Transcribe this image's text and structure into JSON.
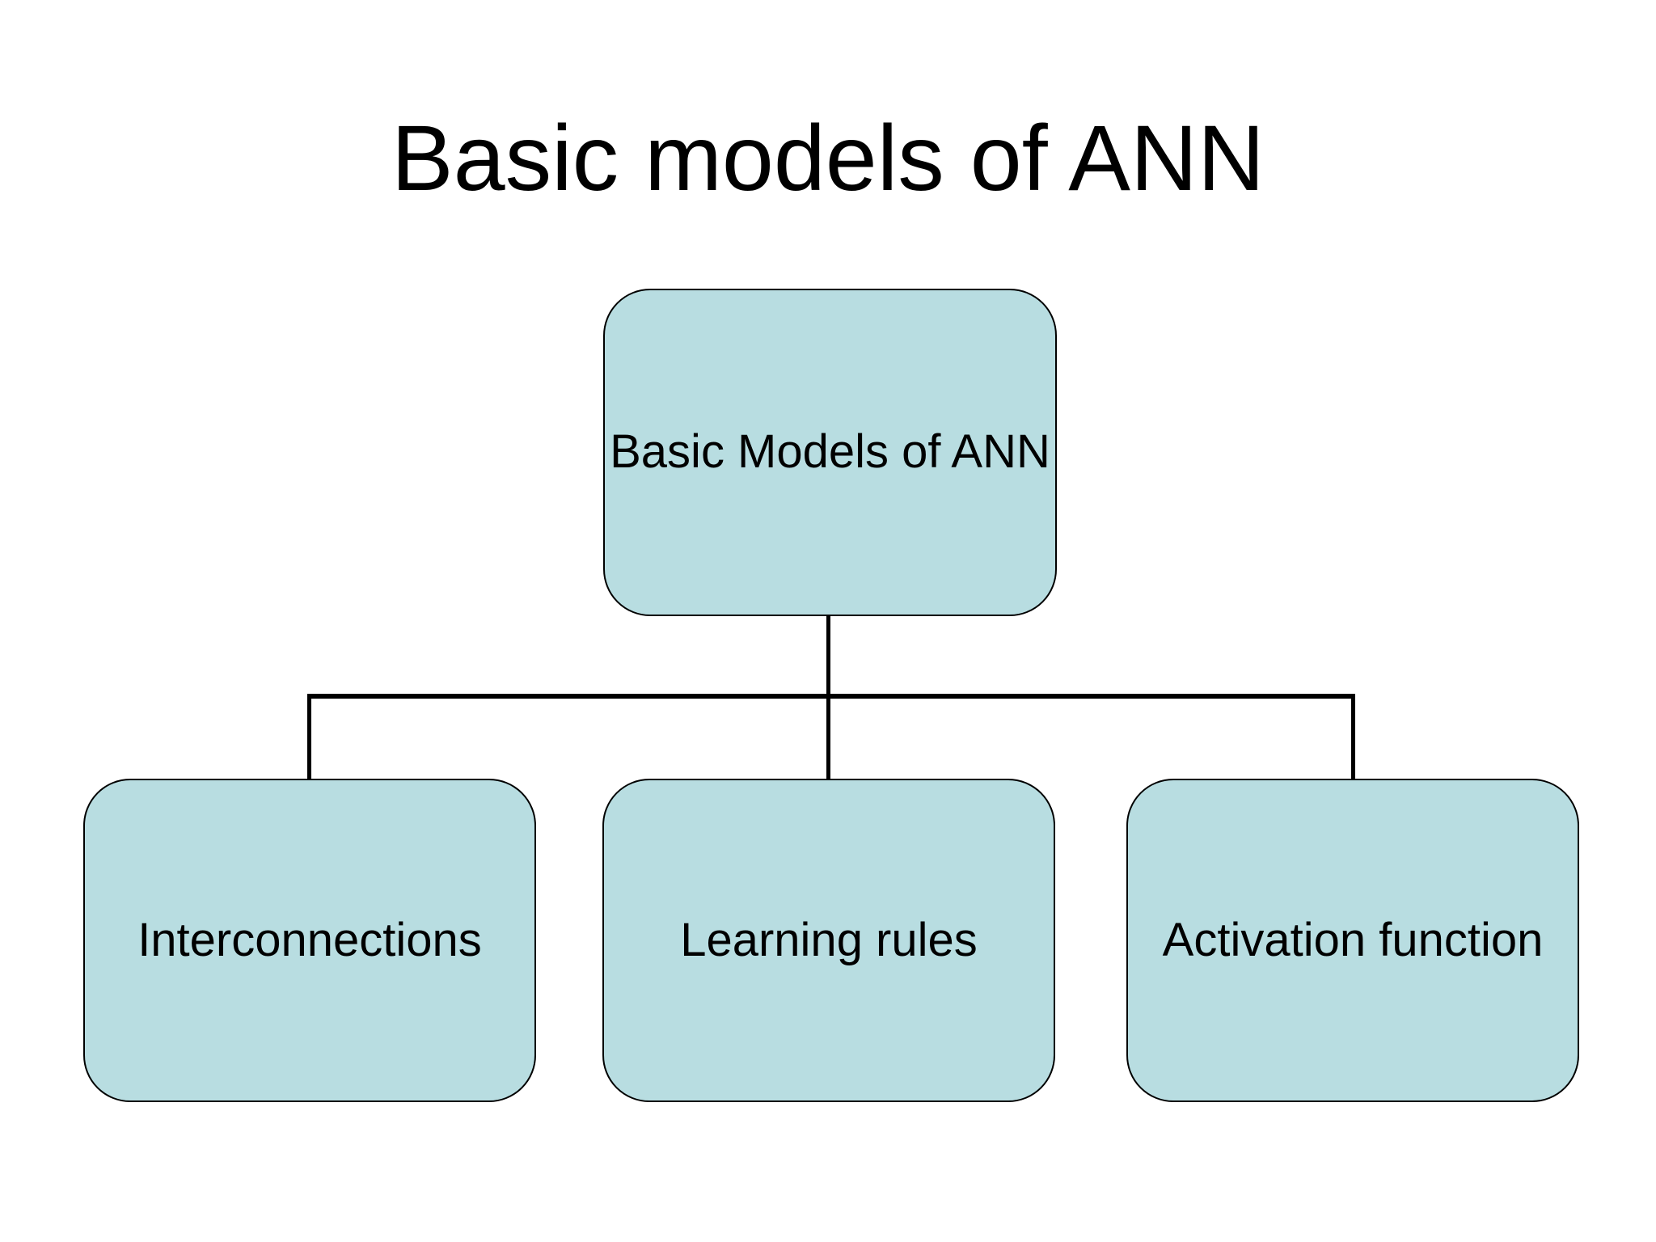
{
  "slide": {
    "title": "Basic models of ANN"
  },
  "diagram": {
    "type": "hierarchy",
    "root": {
      "label": "Basic Models of ANN"
    },
    "children": [
      {
        "label": "Interconnections"
      },
      {
        "label": "Learning rules"
      },
      {
        "label": "Activation function"
      }
    ]
  },
  "colors": {
    "background": "#ffffff",
    "node_fill": "#b8dde1",
    "node_border": "#000000",
    "connector": "#000000",
    "text": "#000000"
  }
}
